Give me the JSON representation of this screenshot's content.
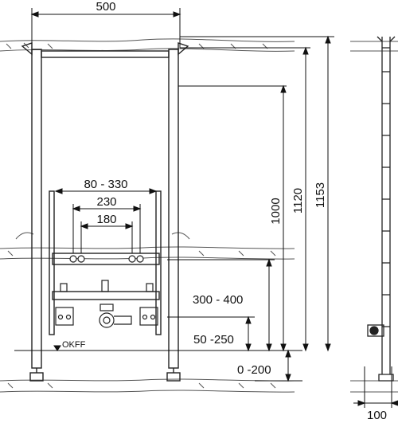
{
  "dimensions": {
    "frame_width": "500",
    "outer_spacing": "80 - 330",
    "mid_spacing": "230",
    "inner_spacing": "180",
    "height_1000": "1000",
    "height_1120": "1120",
    "height_1153": "1153",
    "connection_range": "300 - 400",
    "drain_range": "50 -250",
    "floor_range": "0 -200",
    "depth": "100"
  },
  "labels": {
    "floor_marker": "OKFF"
  },
  "colors": {
    "line": "#111111",
    "wall_hatch": "#555555",
    "frame": "#222222"
  }
}
